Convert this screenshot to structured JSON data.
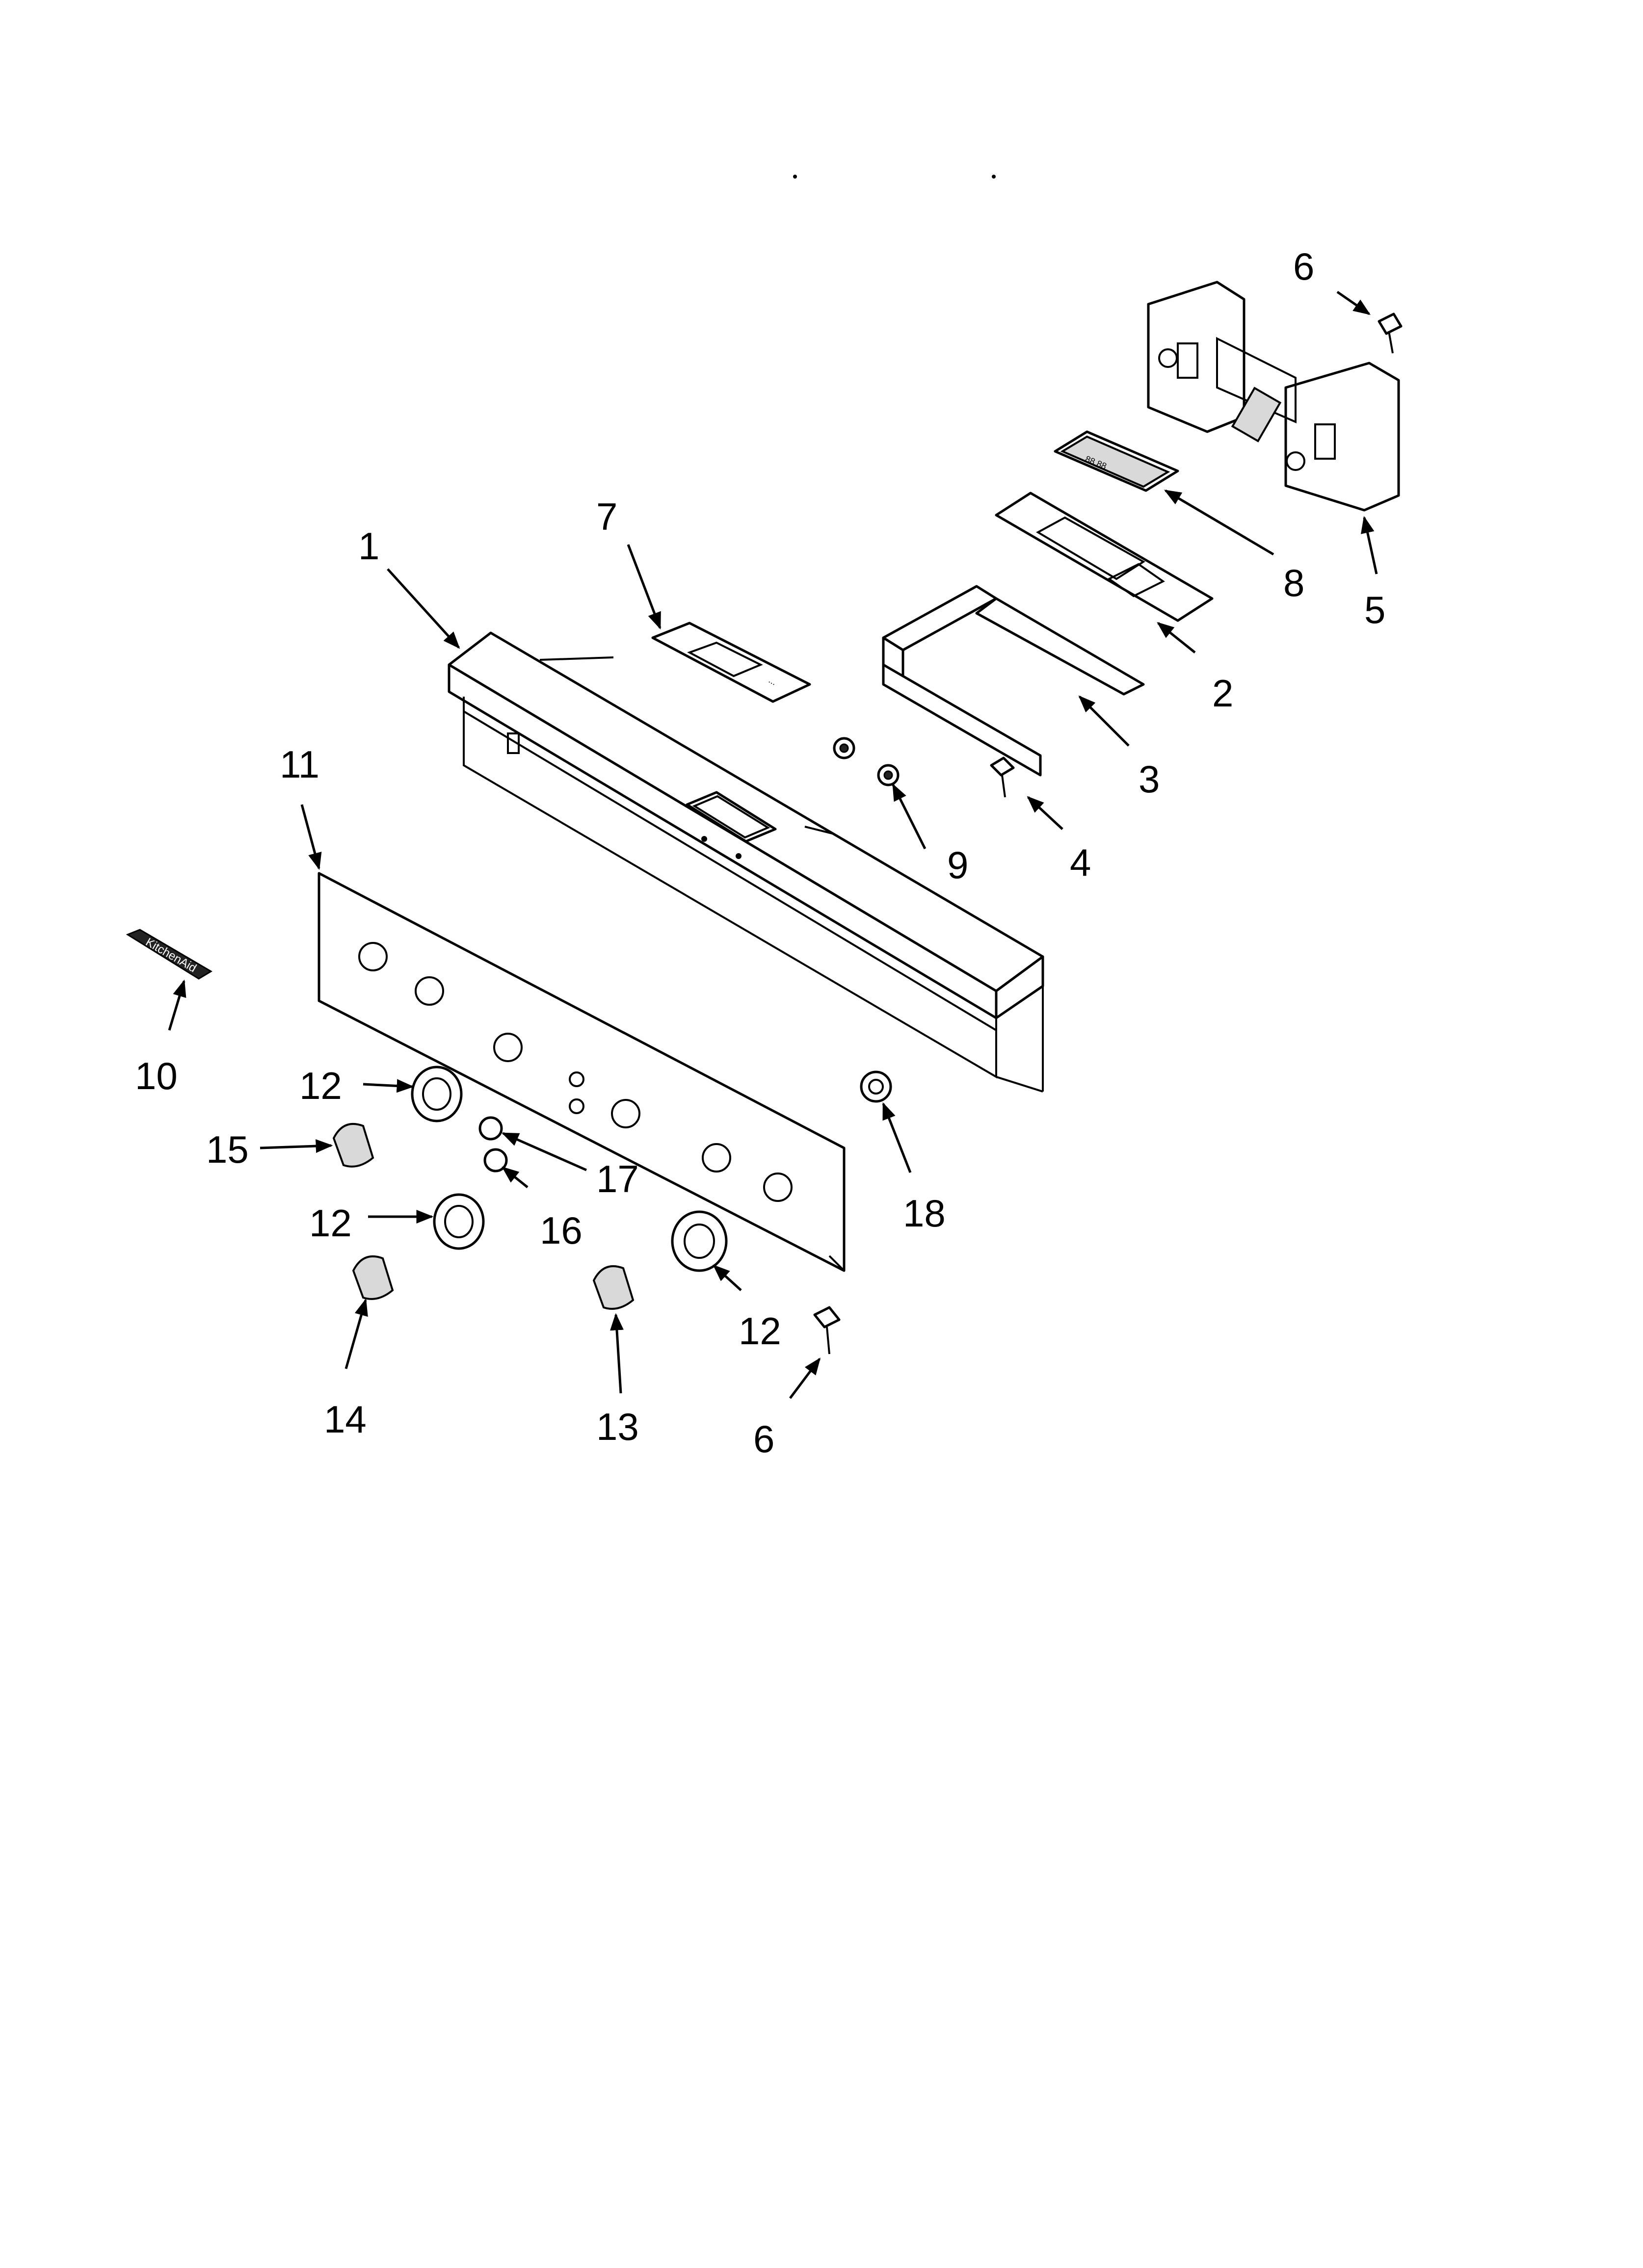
{
  "callouts": [
    {
      "id": "c1",
      "text": "1"
    },
    {
      "id": "c2",
      "text": "2"
    },
    {
      "id": "c3",
      "text": "3"
    },
    {
      "id": "c4",
      "text": "4"
    },
    {
      "id": "c5",
      "text": "5"
    },
    {
      "id": "c6a",
      "text": "6"
    },
    {
      "id": "c6b",
      "text": "6"
    },
    {
      "id": "c7",
      "text": "7"
    },
    {
      "id": "c8",
      "text": "8"
    },
    {
      "id": "c9",
      "text": "9"
    },
    {
      "id": "c10",
      "text": "10"
    },
    {
      "id": "c11",
      "text": "11"
    },
    {
      "id": "c12a",
      "text": "12"
    },
    {
      "id": "c12b",
      "text": "12"
    },
    {
      "id": "c12c",
      "text": "12"
    },
    {
      "id": "c13",
      "text": "13"
    },
    {
      "id": "c14",
      "text": "14"
    },
    {
      "id": "c15",
      "text": "15"
    },
    {
      "id": "c16",
      "text": "16"
    },
    {
      "id": "c17",
      "text": "17"
    },
    {
      "id": "c18",
      "text": "18"
    }
  ],
  "display_digits": "88 88",
  "logo_text": "KitchenAid"
}
